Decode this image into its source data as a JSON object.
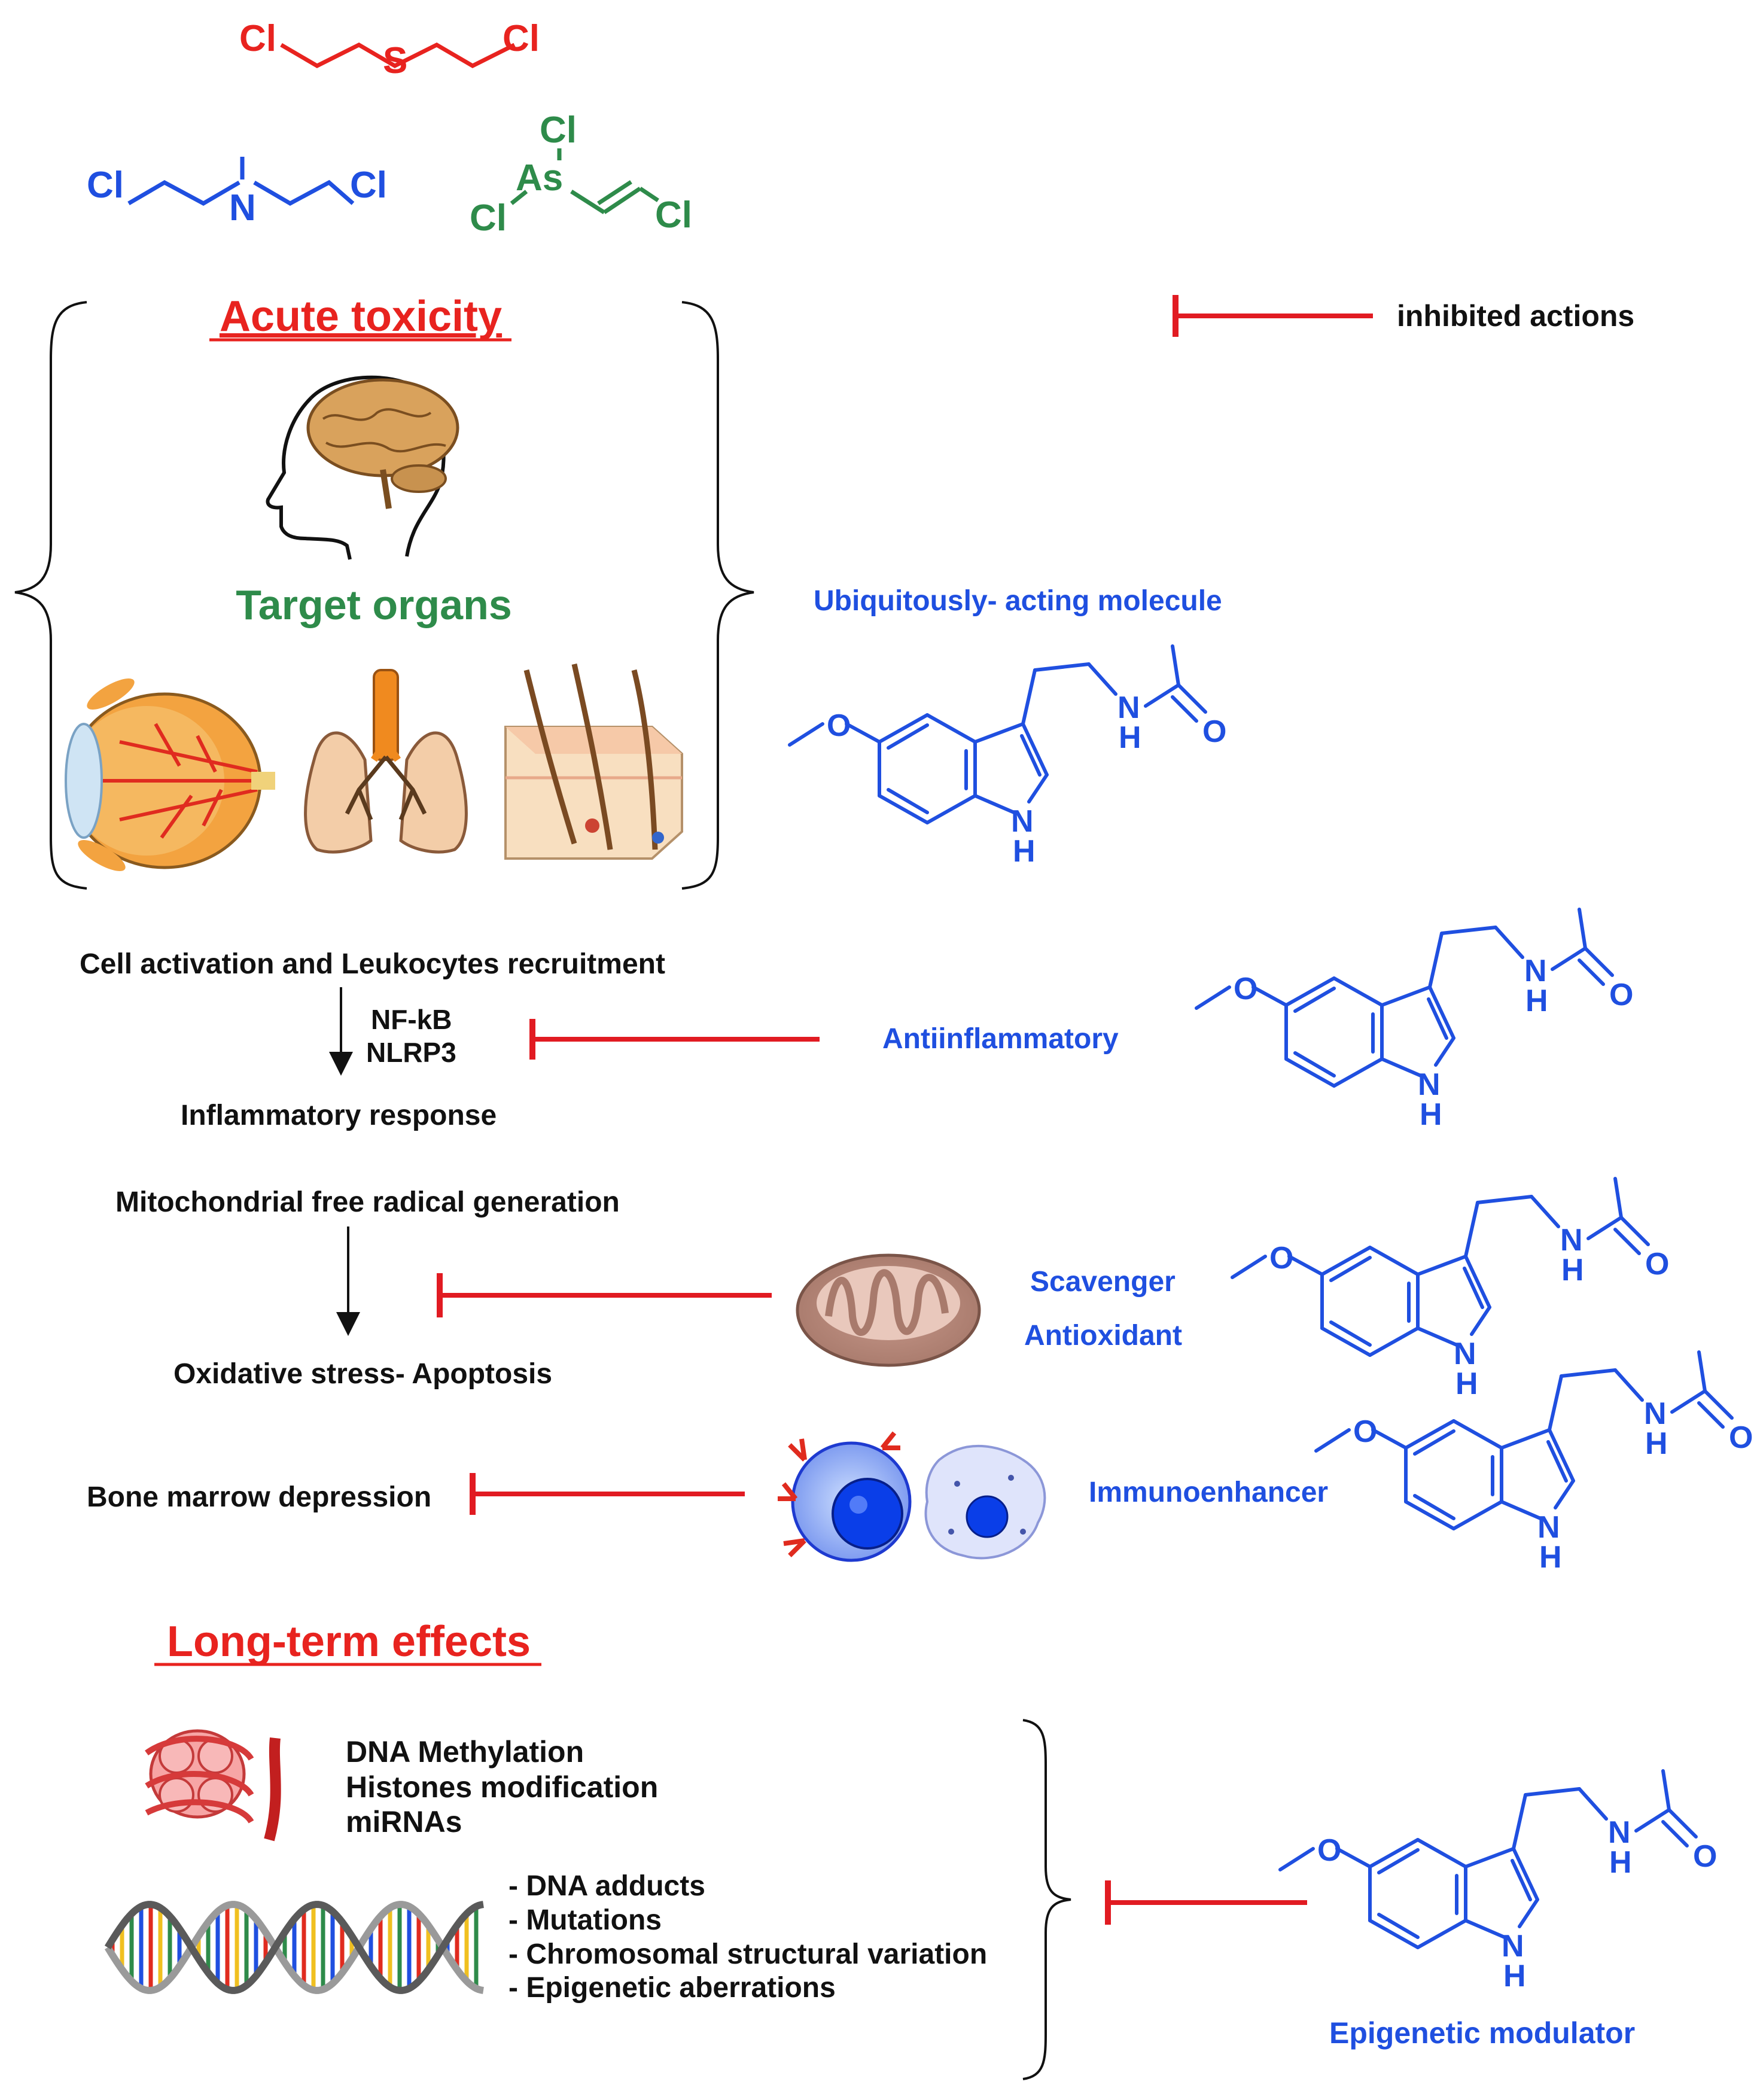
{
  "colors": {
    "red": "#e8231f",
    "blue": "#1f4fe0",
    "green": "#2e8b4a",
    "black": "#111111",
    "inhibit": "#e11b22",
    "brain": "#d9a25c",
    "lung": "#f3cda8",
    "mito": "#b88a7c",
    "cell": "#6f8ff0"
  },
  "agents": {
    "sulfur_mustard": {
      "left_cl": "Cl",
      "s": "S",
      "right_cl": "Cl"
    },
    "nitrogen_mustard": {
      "left_cl": "Cl",
      "n": "N",
      "right_cl": "Cl"
    },
    "lewisite": {
      "top_cl": "Cl",
      "as": "As",
      "left_cl": "Cl",
      "right_cl": "Cl"
    }
  },
  "legend": {
    "label": "inhibited actions",
    "symbol": "inhibit-arrow"
  },
  "acute": {
    "title": "Acute toxicity",
    "target_organs": "Target organs",
    "organ_icons": [
      "brain-head-icon",
      "eye-icon",
      "lungs-icon",
      "skin-icon"
    ]
  },
  "melatonin": {
    "ubiquitous_label": "Ubiquitously- acting molecule",
    "atom_o": "O",
    "atom_n": "N",
    "atom_h": "H"
  },
  "pathways": {
    "inflammation": {
      "start": "Cell activation and Leukocytes recruitment",
      "mediator_1": "NF-kB",
      "mediator_2": "NLRP3",
      "end": "Inflammatory response",
      "action": "Antiinflammatory"
    },
    "oxidative": {
      "start": "Mitochondrial free radical generation",
      "end": "Oxidative stress- Apoptosis",
      "action_1": "Scavenger",
      "action_2": "Antioxidant",
      "icon": "mitochondrion-icon"
    },
    "bone_marrow": {
      "label": "Bone marrow depression",
      "action": "Immunoenhancer",
      "icons": [
        "immune-cell-icon",
        "macrophage-icon"
      ]
    }
  },
  "long_term": {
    "title": "Long-term effects",
    "epigenetic_items": [
      "DNA Methylation",
      "Histones modification",
      "miRNAs"
    ],
    "dna_items": [
      "- DNA adducts",
      "- Mutations",
      "- Chromosomal structural variation",
      "- Epigenetic aberrations"
    ],
    "action": "Epigenetic modulator",
    "icons": [
      "nucleosome-icon",
      "dna-helix-icon"
    ]
  }
}
